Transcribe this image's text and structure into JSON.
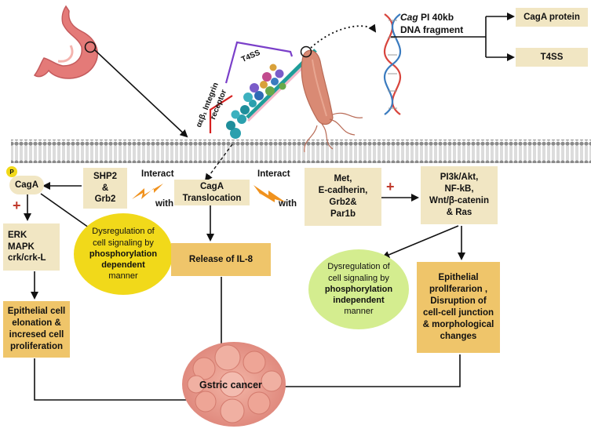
{
  "nodes": {
    "dna_label_italic": "Cag",
    "dna_label_rest": " PI 40kb",
    "dna_label_line2": "DNA fragment",
    "caga_protein": "CagA protein",
    "t4ss_out": "T4SS",
    "t4ss": "T4SS",
    "integrin_line1": "αεβ₁ Integrin",
    "integrin_line2": "receptor",
    "p_badge": "P",
    "caga": "CagA",
    "shp2": [
      "SHP2",
      "&",
      "Grb2"
    ],
    "interact_left": "Interact",
    "with_left": "with",
    "translocation": [
      "CagA",
      "Translocation"
    ],
    "interact_right": "Interact",
    "with_right": "with",
    "met": [
      "Met,",
      "E-cadherin,",
      "Grb2&",
      "Par1b"
    ],
    "pi3k": [
      "PI3k/Akt,",
      "NF-kB,",
      "Wnt/β-catenin",
      "& Ras"
    ],
    "erk": [
      "ERK",
      "MAPK",
      "crk/crk-L"
    ],
    "dys_dep": {
      "line1": "Dysregulation of",
      "line2": "cell signaling  by",
      "bold1": "phosphorylation",
      "bold2": "dependent",
      "line5": "manner"
    },
    "il8": "Release of IL-8",
    "dys_indep": {
      "line1": "Dysregulation of",
      "line2": "cell signaling  by",
      "bold1": "phosphorylation",
      "bold2": "independent",
      "line5": "manner"
    },
    "epi_prolif": [
      "Epithelial",
      "prolIferarion ,",
      "Disruption of",
      "cell-cell junction",
      "& morphological",
      "changes"
    ],
    "epi_elong": [
      "Epithelial cell",
      "elonation &",
      "incresed cell",
      "proliferation"
    ],
    "cancer": "Gstric cancer"
  },
  "colors": {
    "tan_box": "#f1e6c3",
    "gold_box": "#efc56a",
    "yellow_circle": "#f1d91a",
    "green_circle": "#d4ed8f",
    "plus_sign": "#c0392b",
    "bolt": "#f0921e",
    "t4ss_bracket": "#7a3fc9",
    "integrin_bracket": "#d62020",
    "dna_red": "#d8443c",
    "dna_blue": "#3a7bbf"
  },
  "icons": [
    "stomach-icon",
    "membrane-icon",
    "t4ss-complex-icon",
    "helicobacter-icon",
    "dna-helix-icon",
    "bolt-icon",
    "tumor-icon"
  ]
}
